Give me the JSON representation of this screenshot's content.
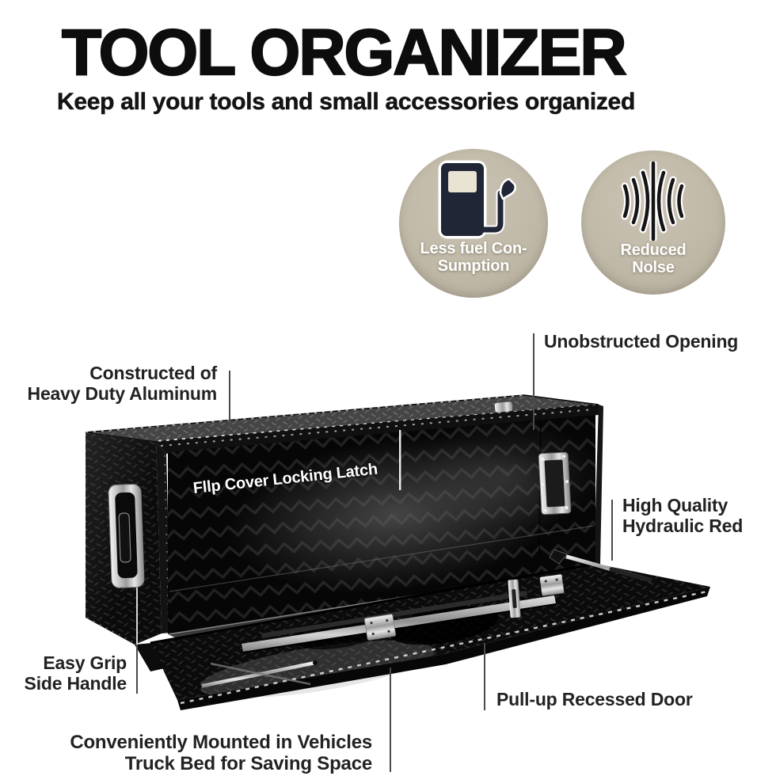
{
  "header": {
    "title": "TOOL ORGANIZER",
    "subtitle": "Keep all your tools and small accessories organized"
  },
  "badges": [
    {
      "icon": "fuel-pump-icon",
      "line1": "Less fuel Con-",
      "line2": "Sumption"
    },
    {
      "icon": "noise-reduction-icon",
      "line1": "Reduced",
      "line2": "Nolse"
    }
  ],
  "product": {
    "on_box_label": "Fllp Cover Locking Latch"
  },
  "callouts": {
    "unobstructed_opening": "Unobstructed Opening",
    "constructed_of": [
      "Constructed of",
      "Heavy Duty Aluminum"
    ],
    "hydraulic": [
      "High Quality",
      "Hydraulic Red"
    ],
    "side_handle": [
      "Easy Grip",
      "Side Handle"
    ],
    "recessed_door": "Pull-up Recessed Door",
    "mounting": [
      "Conveniently Mounted in Vehicles",
      "Truck Bed for Saving Space"
    ]
  },
  "palette": {
    "badge_background": "#c5beae",
    "badge_text": "#ffffff",
    "fuel_icon": "#202636",
    "noise_icon": "#151515",
    "heading_text": "#0d0d0d",
    "callout_text": "#222222",
    "connector_line": "#4a4a4a",
    "box_black": "#0b0b0b"
  }
}
